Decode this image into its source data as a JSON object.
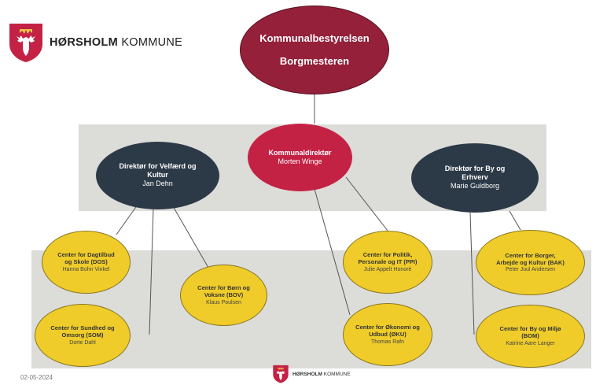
{
  "logo": {
    "name_bold": "HØRSHOLM",
    "name_rest": "KOMMUNE"
  },
  "top": {
    "line1": "Kommunalbestyrelsen",
    "line2": "Borgmesteren"
  },
  "director": {
    "title": "Kommunaldirektør",
    "name": "Morten Winge"
  },
  "directors": [
    {
      "title": "Direktør for Velfærd og Kultur",
      "name": "Jan Dehn"
    },
    {
      "title": "Direktør for By og Erhverv",
      "name": "Marie Guldborg"
    }
  ],
  "centers": [
    {
      "title": "Center for Dagtilbud og Skole (DOS)",
      "name": "Hanna Bohn Vinkel"
    },
    {
      "title": "Center for Sundhed og Omsorg (SOM)",
      "name": "Dorte Dahl"
    },
    {
      "title": "Center for Børn og Voksne (BOV)",
      "name": "Klaus Poulsen"
    },
    {
      "title": "Center for Politik, Personale og IT (PPI)",
      "name": "Julie Appelt Honoré"
    },
    {
      "title": "Center for Økonomi og Udbud (ØKU)",
      "name": "Thomas Rafn"
    },
    {
      "title": "Center for Borger, Arbejde og Kultur (BAK)",
      "name": "Peter Juul Andersen"
    },
    {
      "title": "Center for By og Miljø (BOM)",
      "name": "Katrine Aare Langer"
    }
  ],
  "footer": {
    "date": "02-05-2024",
    "logo_bold": "HØRSHOLM",
    "logo_rest": "KOMMUNE"
  },
  "colors": {
    "top_node": "#94203a",
    "director_node": "#c42245",
    "dark_node": "#2c3946",
    "center_node": "#efcc2a",
    "band": "#dcdcd8",
    "brand_red": "#c42245"
  },
  "icons": [
    "deer-crown-shield-icon"
  ]
}
